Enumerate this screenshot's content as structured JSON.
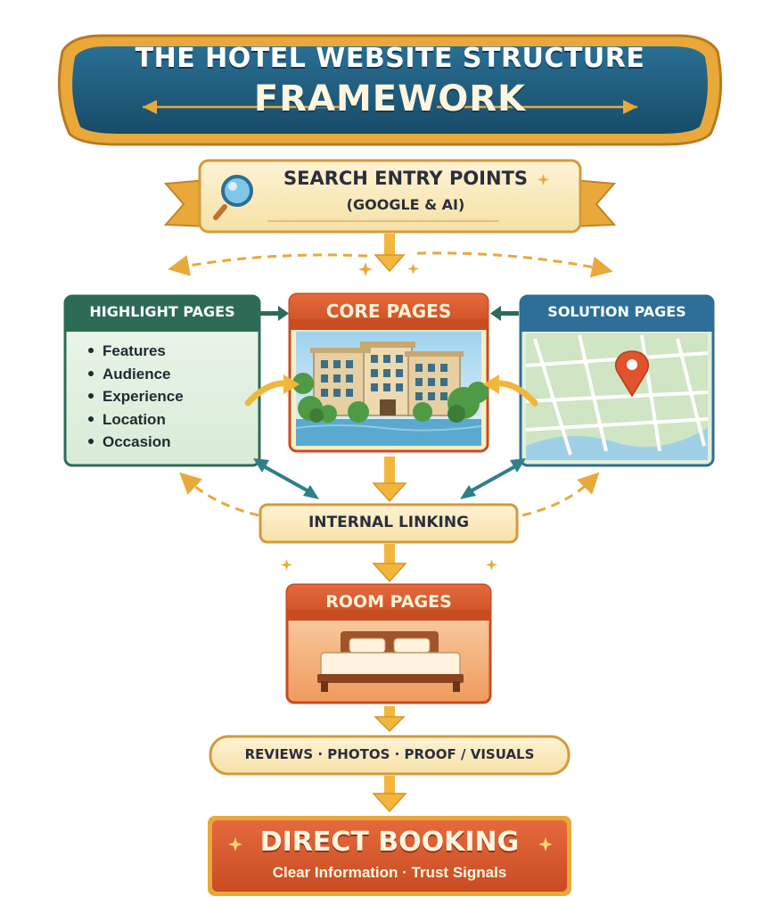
{
  "title": {
    "line1": "THE HOTEL WEBSITE STRUCTURE",
    "line2": "FRAMEWORK"
  },
  "entry": {
    "title": "SEARCH ENTRY POINTS",
    "subtitle": "(GOOGLE & AI)"
  },
  "highlight": {
    "title": "HIGHLIGHT PAGES",
    "items": [
      "Features",
      "Audience",
      "Experience",
      "Location",
      "Occasion"
    ]
  },
  "core": {
    "title": "CORE PAGES"
  },
  "solution": {
    "title": "SOLUTION PAGES"
  },
  "linking": {
    "title": "INTERNAL LINKING"
  },
  "room": {
    "title": "ROOM PAGES"
  },
  "proof": {
    "title": "REVIEWS · PHOTOS · PROOF / VISUALS"
  },
  "booking": {
    "title": "DIRECT BOOKING",
    "subtitle": "Clear Information · Trust Signals"
  },
  "colors": {
    "navy": "#1d5b7c",
    "gold": "#e9a93a",
    "cream": "#fbedc4",
    "green": "#2e6b56",
    "orange": "#d9592e",
    "blue": "#2d6f96"
  }
}
